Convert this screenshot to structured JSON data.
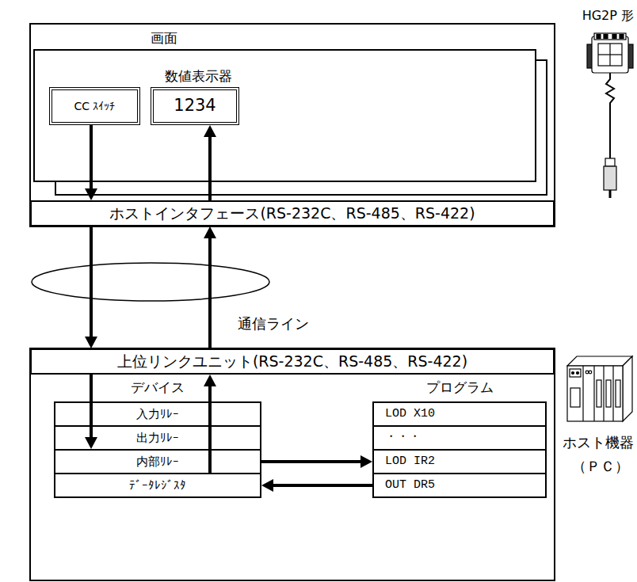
{
  "diagram": {
    "nodes": [
      {
        "text": [
          "画面"
        ]
      },
      {
        "text": [
          "CC ｽｲｯﾁ"
        ],
        "in": 0
      },
      {
        "text": [
          "数値表示器",
          "1234"
        ],
        "in": 0
      },
      {
        "text": [
          "ホストインタフェース(RS-232C、RS-485、RS-422)"
        ]
      },
      {
        "text": [
          "上位リンクユニット(RS-232C、RS-485、RS-422)"
        ]
      },
      {
        "text": [
          "デバイス"
        ]
      },
      {
        "text": [
          "入力ﾘﾚｰ"
        ],
        "in": 5
      },
      {
        "text": [
          "出力ﾘﾚｰ"
        ],
        "in": 5
      },
      {
        "text": [
          "内部ﾘﾚｰ"
        ],
        "in": 5
      },
      {
        "text": [
          "ﾃﾞｰﾀﾚｼﾞｽﾀ"
        ],
        "in": 5
      },
      {
        "text": [
          "プログラム"
        ]
      },
      {
        "text": [
          "LOD X10"
        ],
        "in": 10
      },
      {
        "text": [
          "・・・"
        ],
        "in": 10
      },
      {
        "text": [
          "LOD IR2"
        ],
        "in": 10
      },
      {
        "text": [
          "OUT DR5"
        ],
        "in": 10
      }
    ],
    "edges": [
      {
        "from": 1,
        "to": 3,
        "arrow": "to"
      },
      {
        "from": 3,
        "to": 2,
        "arrow": "to"
      },
      {
        "from": 3,
        "to": 4,
        "arrow": "to"
      },
      {
        "from": 4,
        "to": 3,
        "arrow": "to"
      },
      {
        "from": 4,
        "to": 8,
        "arrow": "to"
      },
      {
        "from": 9,
        "to": 4,
        "arrow": "to"
      },
      {
        "from": 8,
        "to": 13,
        "arrow": "to"
      },
      {
        "from": 14,
        "to": 9,
        "arrow": "to"
      }
    ],
    "labels": [
      "HG2P 形",
      "通信ライン",
      "ホスト機器",
      "（ＰＣ）"
    ]
  }
}
